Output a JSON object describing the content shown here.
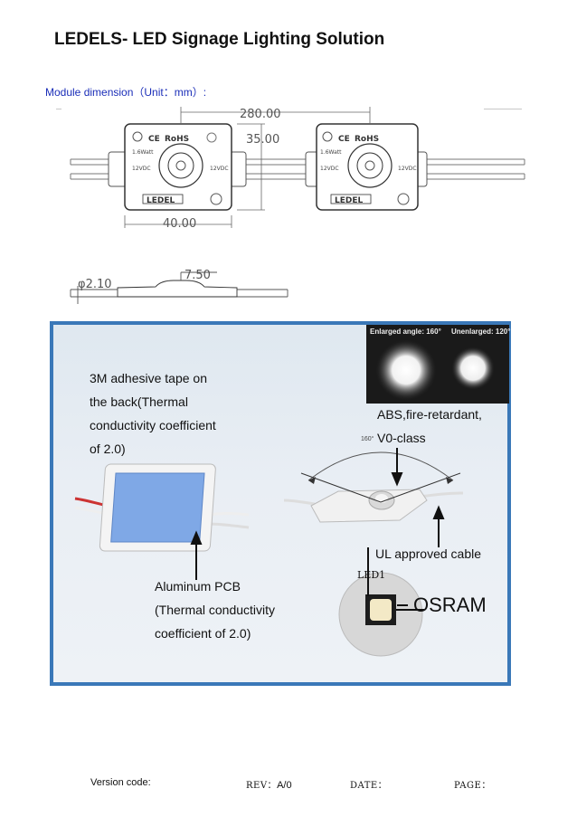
{
  "page": {
    "title": "LEDELS- LED Signage Lighting Solution",
    "dimension_label": "Module dimension（Unit：mm）:"
  },
  "drawing": {
    "dim_length": "280.00",
    "dim_height": "35.00",
    "dim_width": "40.00",
    "dim_thickness": "7.50",
    "dim_wire": "φ2.10",
    "module_marking_ce": "CE",
    "module_marking_rohs": "RoHS",
    "module_marking_watt": "1.6Watt",
    "module_marking_volt": "12VDC",
    "module_brand": "LEDEL"
  },
  "photo": {
    "glow_label_enlarged": "Enlarged angle: 160°",
    "glow_label_unenlarged": "Unenlarged: 120°",
    "angle_label": "160°",
    "callout_adhesive": [
      "3M adhesive tape on",
      "the back(Thermal",
      "conductivity coefficient",
      "of 2.0)"
    ],
    "callout_abs": [
      "ABS,fire-retardant,",
      "V0-class"
    ],
    "callout_pcb": [
      "Aluminum PCB",
      "(Thermal conductivity",
      "coefficient of 2.0)"
    ],
    "callout_cable": "UL approved cable",
    "led_label": "LED1",
    "callout_osram": "OSRAM"
  },
  "footer": {
    "version_label": "Version code:",
    "rev_label": "REV：",
    "rev_value": "A/0",
    "date_label": "DATE：",
    "page_label": "PAGE："
  }
}
